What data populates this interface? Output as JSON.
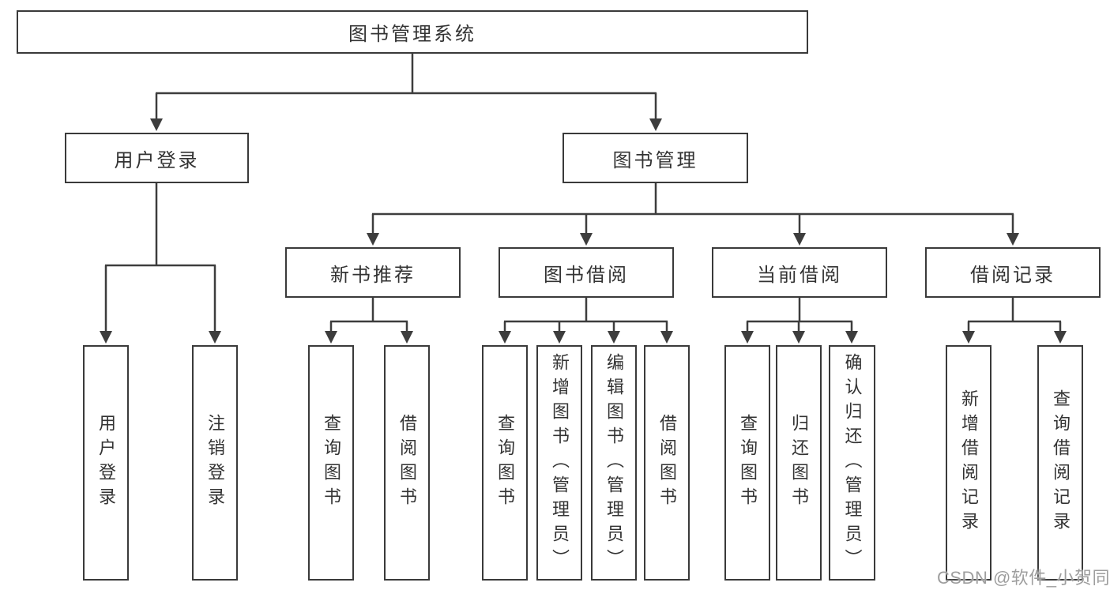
{
  "diagram": {
    "title": "图书管理系统",
    "level1": [
      {
        "label": "用户登录"
      },
      {
        "label": "图书管理"
      }
    ],
    "level2": [
      {
        "label": "新书推荐",
        "parent": "图书管理"
      },
      {
        "label": "图书借阅",
        "parent": "图书管理"
      },
      {
        "label": "当前借阅",
        "parent": "图书管理"
      },
      {
        "label": "借阅记录",
        "parent": "图书管理"
      }
    ],
    "leaves": [
      {
        "label": "用户登录",
        "parent": "用户登录"
      },
      {
        "label": "注销登录",
        "parent": "用户登录"
      },
      {
        "label": "查询图书",
        "parent": "新书推荐"
      },
      {
        "label": "借阅图书",
        "parent": "新书推荐"
      },
      {
        "label": "查询图书",
        "parent": "图书借阅"
      },
      {
        "label": "新增图书（管理员）",
        "parent": "图书借阅"
      },
      {
        "label": "编辑图书（管理员）",
        "parent": "图书借阅"
      },
      {
        "label": "借阅图书",
        "parent": "图书借阅"
      },
      {
        "label": "查询图书",
        "parent": "当前借阅"
      },
      {
        "label": "归还图书",
        "parent": "当前借阅"
      },
      {
        "label": "确认归还（管理员）",
        "parent": "当前借阅"
      },
      {
        "label": "新增借阅记录",
        "parent": "借阅记录"
      },
      {
        "label": "查询借阅记录",
        "parent": "借阅记录"
      }
    ]
  },
  "watermark": "CSDN @软件_小贺同学",
  "colors": {
    "line": "#3d3d3d",
    "text": "#333333",
    "watermark": "#9e9e9e",
    "background": "#ffffff"
  }
}
